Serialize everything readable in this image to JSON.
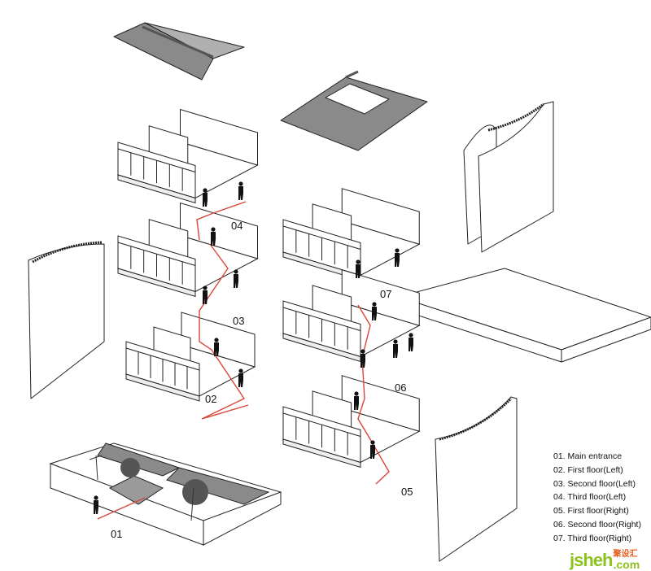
{
  "labels": {
    "l01": "01",
    "l02": "02",
    "l03": "03",
    "l04": "04",
    "l05": "05",
    "l06": "06",
    "l07": "07"
  },
  "legend": [
    "01. Main entrance",
    "02. First floor(Left)",
    "03. Second floor(Left)",
    "04. Third floor(Left)",
    "05. First floor(Right)",
    "06. Second floor(Right)",
    "07. Third floor(Right)"
  ],
  "watermark": {
    "main": "jsheh",
    "suffix": ".com",
    "cn": "聚设汇"
  },
  "colors": {
    "path": "#d9463a",
    "roof": "#8a8a8a",
    "line": "#222222",
    "wall": "#ffffff",
    "watermark": "#8dc21f"
  }
}
